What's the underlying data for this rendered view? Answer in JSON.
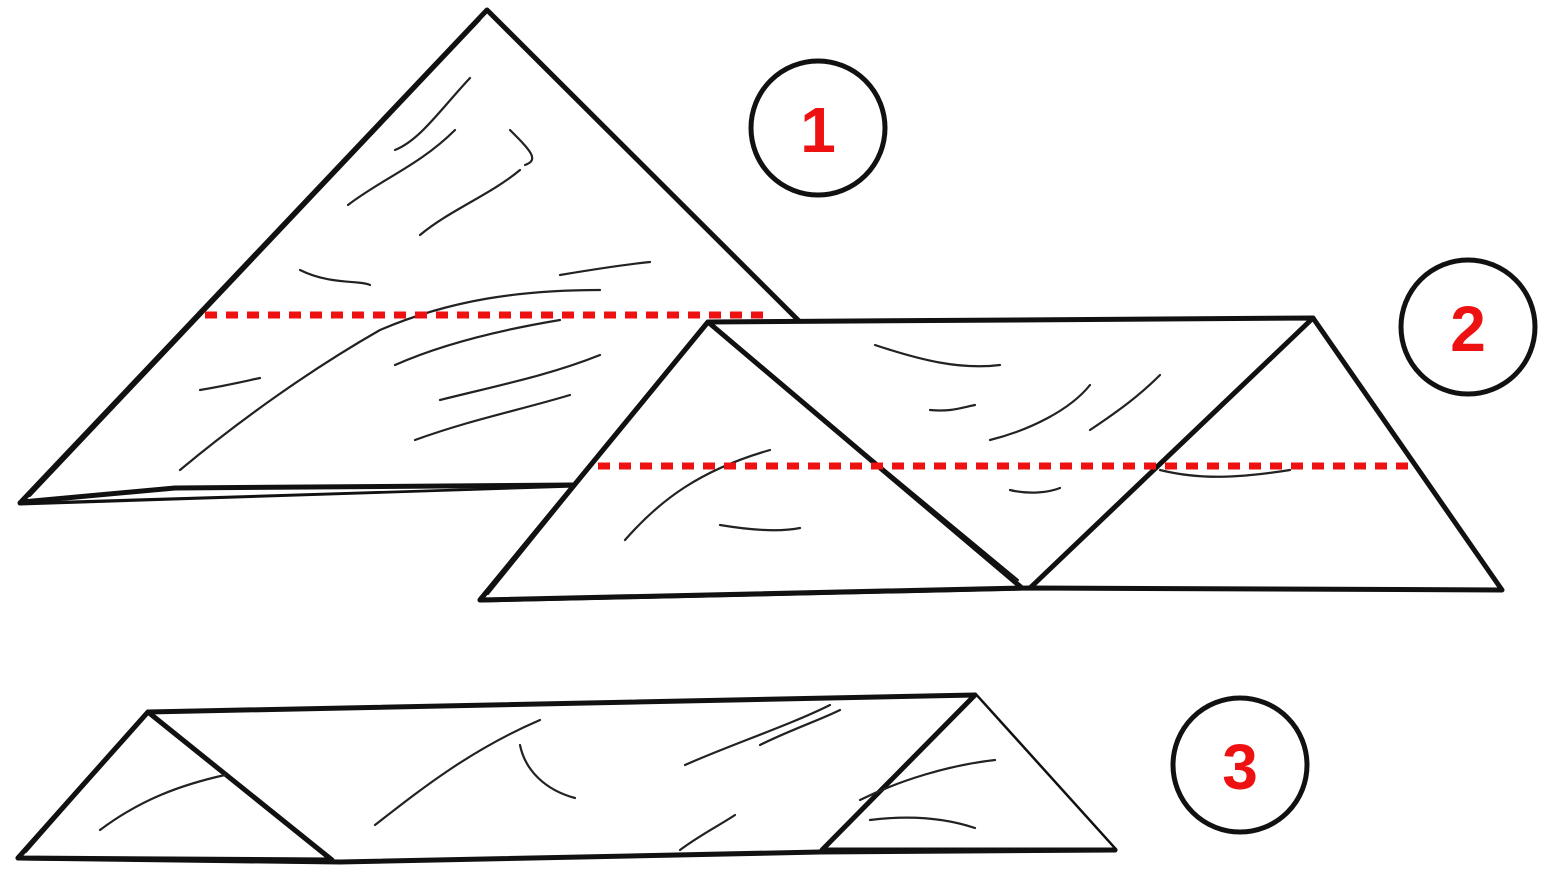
{
  "steps": [
    {
      "number": "1"
    },
    {
      "number": "2"
    },
    {
      "number": "3"
    }
  ],
  "colors": {
    "fold_line": "#ee1111",
    "step_number": "#ee1111",
    "outline": "#111111",
    "background": "#ffffff"
  }
}
